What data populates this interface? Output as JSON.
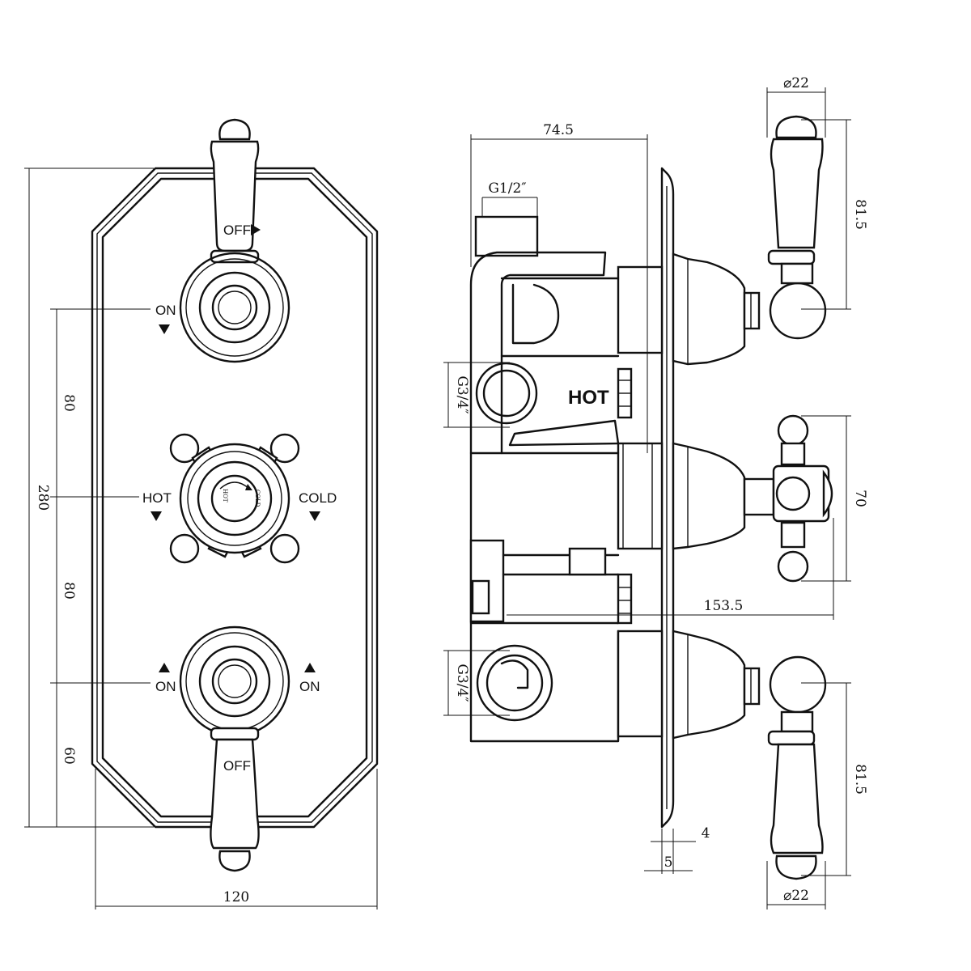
{
  "front_view": {
    "labels": {
      "top_off": "OFF",
      "top_on": "ON",
      "hot": "HOT",
      "cold": "COLD",
      "bottom_on_left": "ON",
      "bottom_on_right": "ON",
      "bottom_off": "OFF",
      "dial_hot": "HOT",
      "dial_cold": "COLD"
    },
    "dimensions": {
      "height": "280",
      "seg1": "80",
      "seg2": "80",
      "seg3": "60",
      "width": "120"
    }
  },
  "side_view": {
    "labels": {
      "hot": "HOT"
    },
    "dimensions": {
      "depth": "74.5",
      "inlet_top": "G1/2″",
      "inlet_hot": "G3/4″",
      "inlet_bottom": "G3/4″",
      "total_depth": "153.5",
      "plate_gap": "4",
      "plate_thickness": "5",
      "lever_dia_top": "⌀22",
      "lever_len_top": "81.5",
      "cross_height": "70",
      "lever_len_bottom": "81.5",
      "lever_dia_bottom": "⌀22"
    }
  }
}
